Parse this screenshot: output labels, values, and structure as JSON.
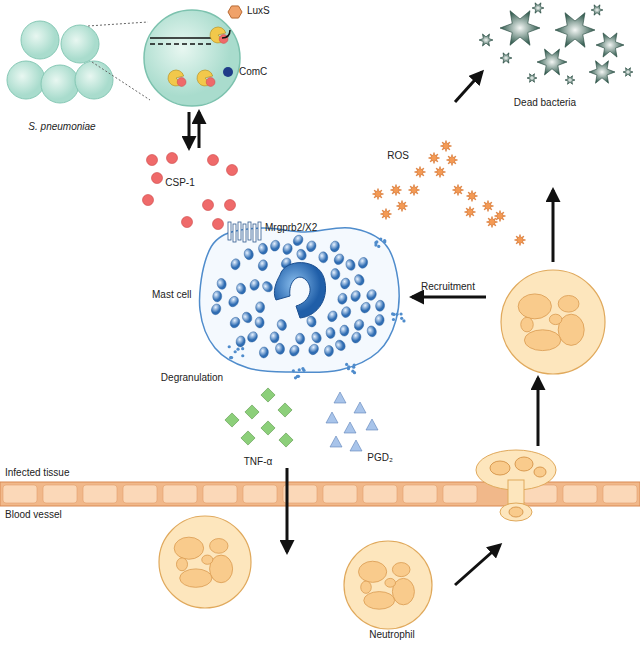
{
  "diagram": {
    "nodes": [
      {
        "text": [
          "S. pneumoniae"
        ]
      },
      {
        "text": [
          "Mast cell"
        ]
      },
      {
        "text": [
          "Dead bacteria"
        ]
      },
      {
        "text": [
          "Neutrophil"
        ]
      }
    ],
    "labels": [
      "LuxS",
      "ComC",
      "CSP-1",
      "Mrgprb2/X2",
      "ROS",
      "Recruitment",
      "Degranulation",
      "TNF-α",
      "PGD₂",
      "Infected tissue",
      "Blood vessel"
    ]
  }
}
